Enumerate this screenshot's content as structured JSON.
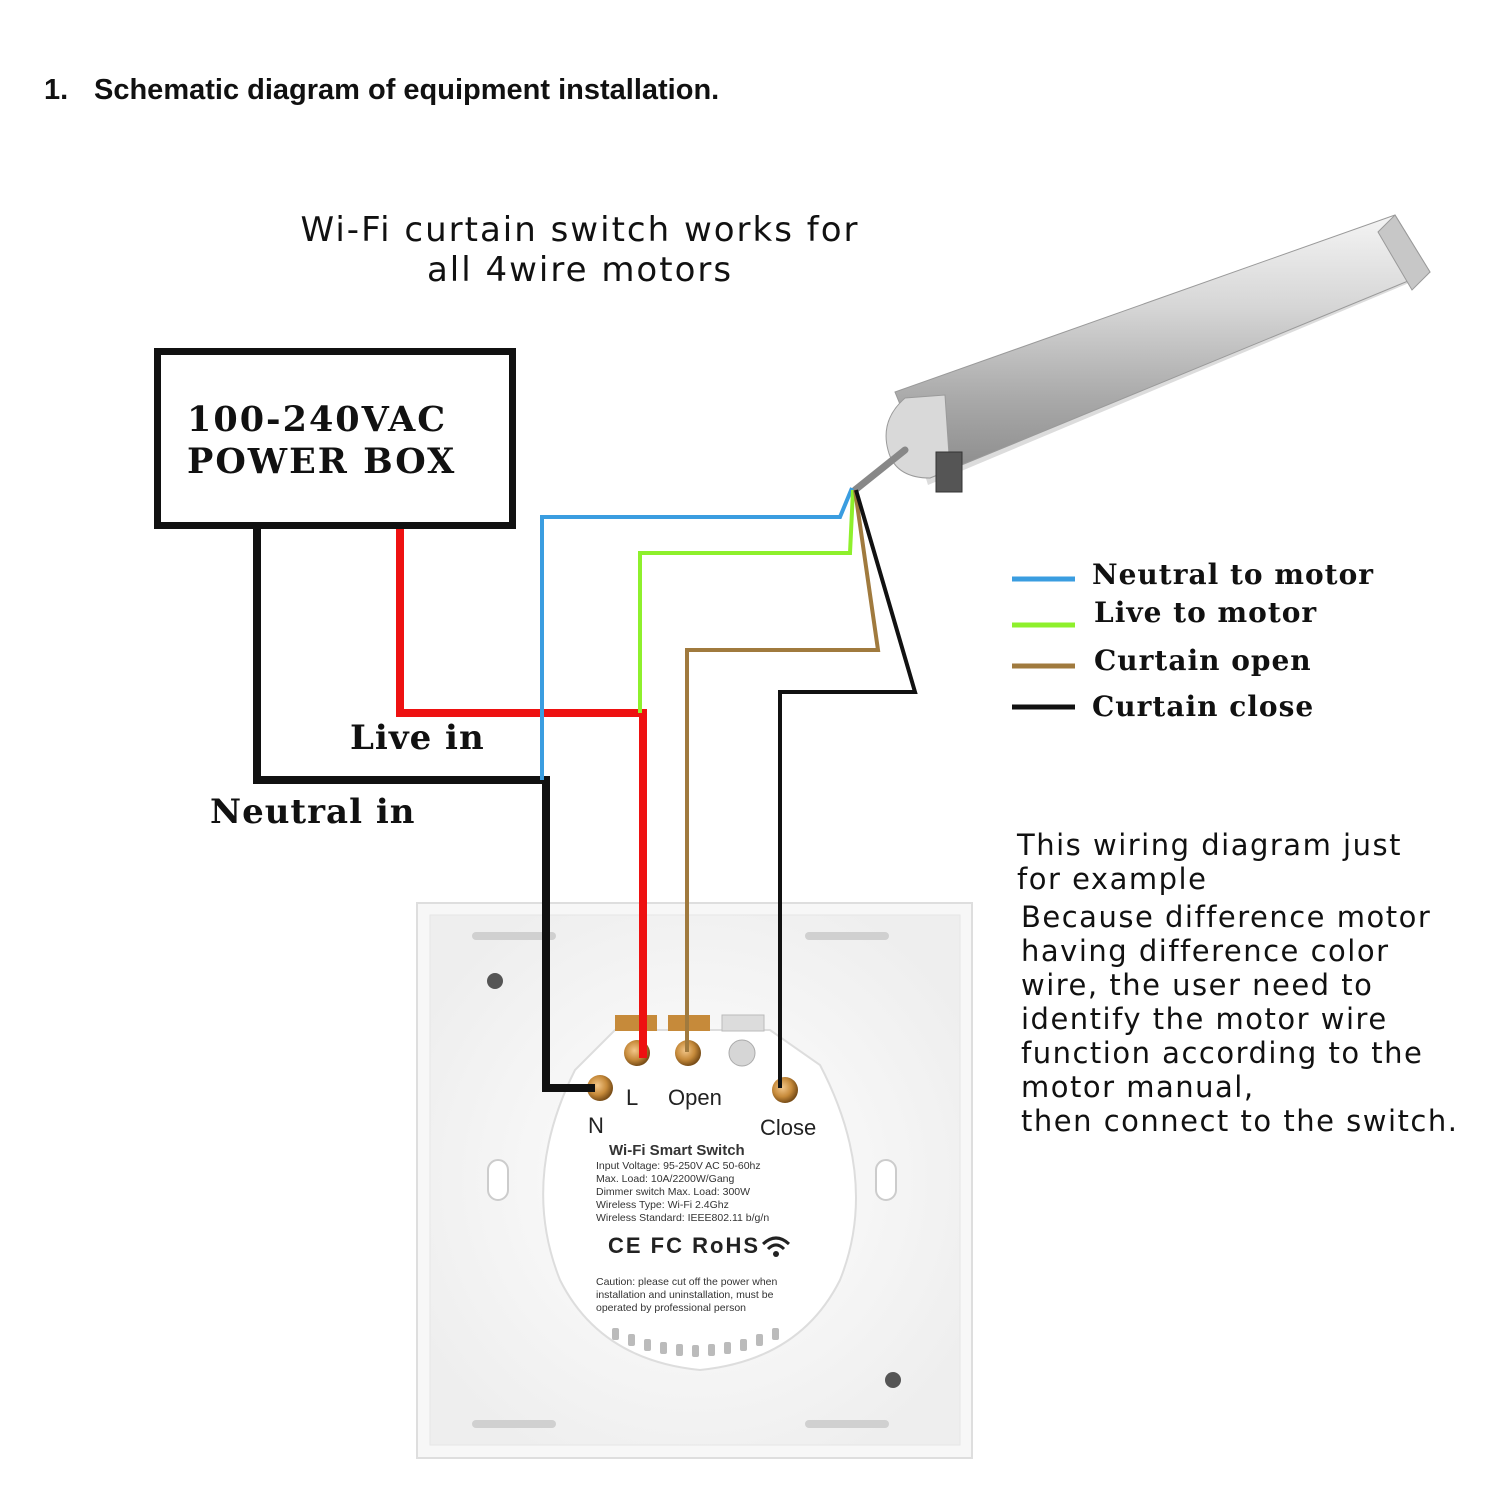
{
  "heading": {
    "number": "1.",
    "text": "Schematic diagram of equipment installation."
  },
  "subtitle": {
    "line1": "Wi-Fi curtain switch works for",
    "line2": "all 4wire motors"
  },
  "power_box": {
    "line1": "100-240VAC",
    "line2": "POWER BOX"
  },
  "wire_labels": {
    "live_in": "Live in",
    "neutral_in": "Neutral in"
  },
  "legend": [
    {
      "label": "Neutral to motor",
      "color": "#3a9de0"
    },
    {
      "label": "Live to motor",
      "color": "#8ef02c"
    },
    {
      "label": "Curtain open",
      "color": "#a07a3e"
    },
    {
      "label": "Curtain close",
      "color": "#111111"
    }
  ],
  "wire_colors": {
    "red": "#ee1111",
    "black": "#111111",
    "blue": "#3a9de0",
    "green": "#8ef02c",
    "brown": "#a07a3e"
  },
  "note": {
    "lines": [
      "This wiring diagram just",
      "for example",
      "Because difference motor",
      "having difference color",
      "wire, the user need to",
      "identify the motor wire",
      "function according to the",
      "motor manual,",
      "then connect to the switch."
    ]
  },
  "switch": {
    "terminals": {
      "n": "N",
      "l": "L",
      "open": "Open",
      "close": "Close"
    },
    "title": "Wi-Fi Smart Switch",
    "specs": [
      "Input Voltage: 95-250V AC 50-60hz",
      "Max. Load: 10A/2200W/Gang",
      "Dimmer switch Max. Load: 300W",
      "Wireless Type: Wi-Fi 2.4Ghz",
      "Wireless Standard: IEEE802.11 b/g/n"
    ],
    "certifications": "CE FC RoHS",
    "caution": [
      "Caution: please cut off the power when",
      "installation and uninstallation, must be",
      "operated by professional person"
    ]
  }
}
